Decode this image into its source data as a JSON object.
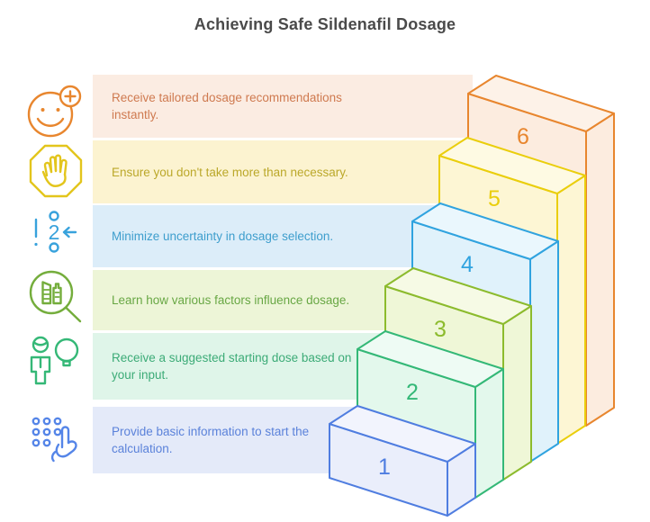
{
  "title": "Achieving Safe Sildenafil Dosage",
  "title_color": "#4a4a4a",
  "rows": [
    {
      "icon": "smiley-plus-icon",
      "icon_color": "#e8862e",
      "text_color": "#cf7a50",
      "band_color": "#fbece2",
      "lines": [
        "Receive tailored dosage recommendations instantly."
      ]
    },
    {
      "icon": "stop-hand-icon",
      "icon_color": "#e3c51c",
      "text_color": "#bba82a",
      "band_color": "#fcf3d0",
      "lines": [
        "Ensure you don't take more than necessary."
      ]
    },
    {
      "icon": "choice-arrow-icon",
      "icon_color": "#38a2dc",
      "text_color": "#3e9ecd",
      "band_color": "#dcedf9",
      "lines": [
        "Minimize uncertainty in dosage selection."
      ]
    },
    {
      "icon": "factors-magnifier-icon",
      "icon_color": "#74ad3c",
      "text_color": "#68a744",
      "band_color": "#edf5d7",
      "lines": [
        "Learn how various factors influence dosage."
      ]
    },
    {
      "icon": "person-idea-icon",
      "icon_color": "#35b877",
      "text_color": "#3cab77",
      "band_color": "#dff5e9",
      "lines": [
        "Receive a suggested starting dose based on",
        "your input."
      ]
    },
    {
      "icon": "tap-keypad-icon",
      "icon_color": "#5585e8",
      "text_color": "#5b82da",
      "band_color": "#e4eaf9",
      "lines": [
        "Provide basic information to start the",
        "calculation."
      ]
    }
  ],
  "steps": [
    {
      "label": "1",
      "stroke": "#4f7de0",
      "fill": "#eaeefb",
      "fill_top": "#f2f4fd"
    },
    {
      "label": "2",
      "stroke": "#34b877",
      "fill": "#e3f8ec",
      "fill_top": "#eefbf4"
    },
    {
      "label": "3",
      "stroke": "#8cbb2d",
      "fill": "#eff7d7",
      "fill_top": "#f6fae5"
    },
    {
      "label": "4",
      "stroke": "#30a3df",
      "fill": "#e0f2fb",
      "fill_top": "#eaf7fd"
    },
    {
      "label": "5",
      "stroke": "#eace0c",
      "fill": "#fdf6d4",
      "fill_top": "#fefae3"
    },
    {
      "label": "6",
      "stroke": "#e8862e",
      "fill": "#fcecdf",
      "fill_top": "#fdf2e8"
    }
  ]
}
